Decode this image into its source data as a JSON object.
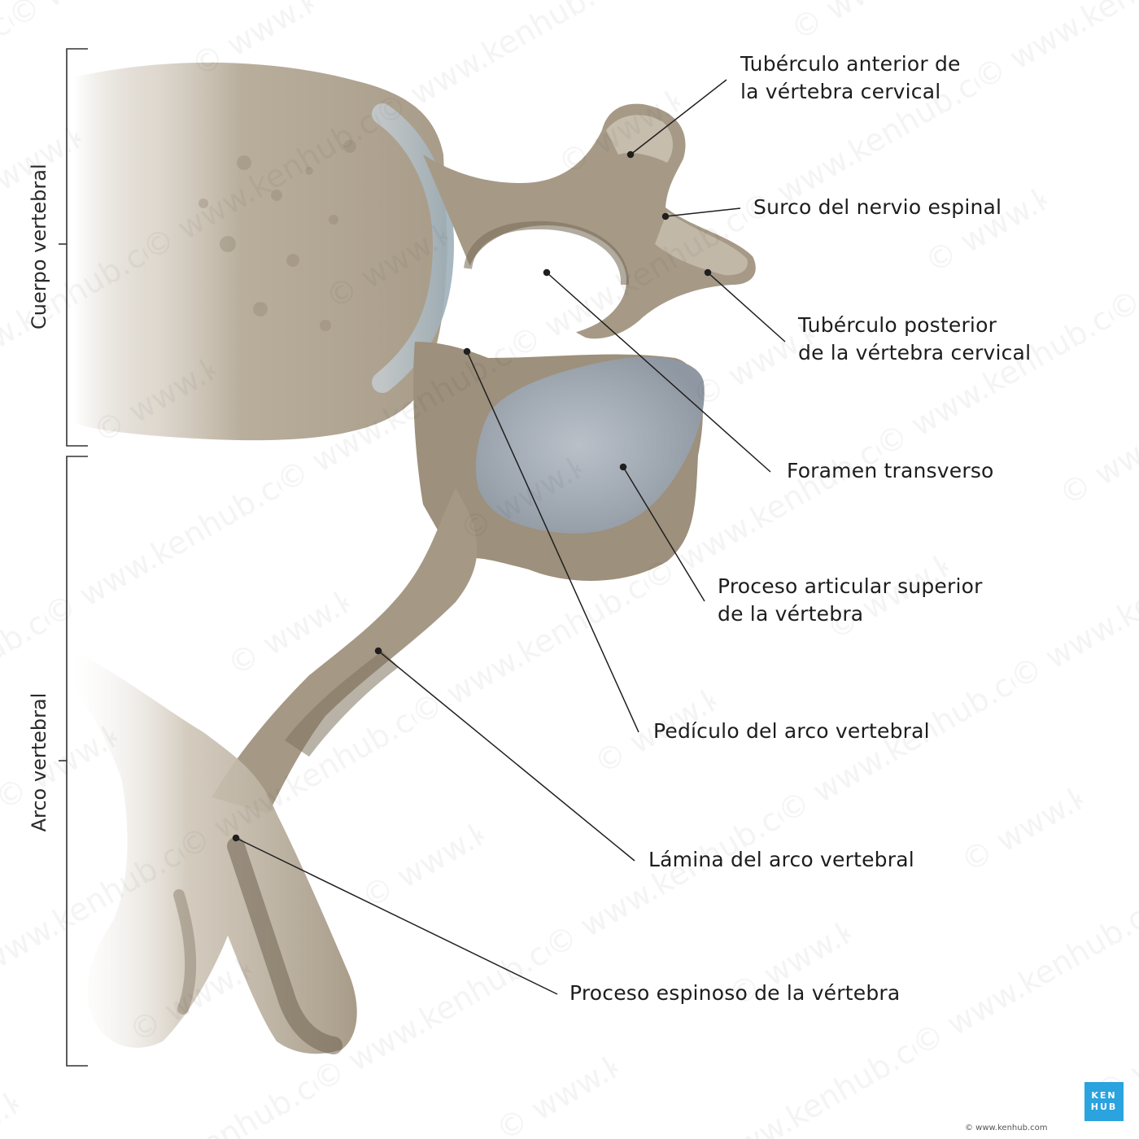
{
  "labels": {
    "tuberculo_anterior": [
      "Tubérculo anterior de",
      "la vértebra cervical"
    ],
    "surco_nervio": [
      "Surco del nervio espinal"
    ],
    "tuberculo_posterior": [
      "Tubérculo posterior",
      "de la vértebra cervical"
    ],
    "foramen": [
      "Foramen transverso"
    ],
    "proceso_articular": [
      "Proceso articular superior",
      "de la vértebra"
    ],
    "pediculo": [
      "Pedículo del arco vertebral"
    ],
    "lamina": [
      "Lámina del arco vertebral"
    ],
    "proceso_espinoso": [
      "Proceso espinoso de la vértebra"
    ]
  },
  "brackets": {
    "cuerpo": "Cuerpo vertebral",
    "arco": "Arco vertebral"
  },
  "watermark": "© www.kenhub.com",
  "logo": {
    "line1": "KEN",
    "line2": "HUB"
  },
  "copyright": "© www.kenhub.com",
  "colors": {
    "bone": "#b2a796",
    "bone_dark": "#7e725f",
    "bone_light": "#d8d0c2",
    "cartilage": "#a9b4c0",
    "articular_surface": "#9aa3ad",
    "leader": "#1f1f1f",
    "brand": "#2aa3de"
  }
}
